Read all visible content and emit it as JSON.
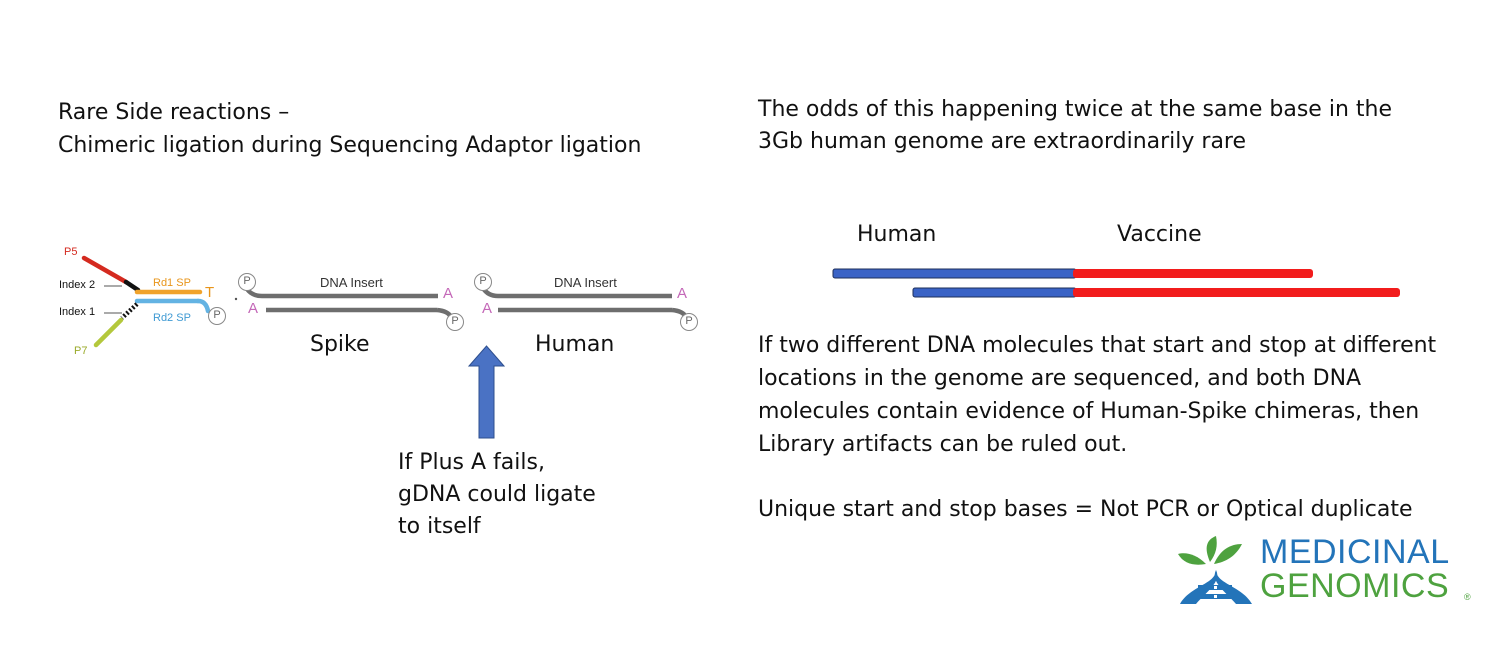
{
  "left_panel": {
    "title_lines": [
      "Rare Side reactions –",
      "Chimeric ligation during Sequencing Adaptor ligation"
    ],
    "adaptor": {
      "p5": "P5",
      "index2": "Index 2",
      "index1": "Index 1",
      "p7": "P7",
      "rd1": "Rd1 SP",
      "rd2": "Rd2 SP",
      "t_overhang": "T"
    },
    "phosphate": "P",
    "a_base": "A",
    "fragments": [
      {
        "insert_label": "DNA Insert",
        "name": "Spike"
      },
      {
        "insert_label": "DNA Insert",
        "name": "Human"
      }
    ],
    "callout_lines": [
      "If Plus A fails,",
      "gDNA could ligate",
      "to itself"
    ]
  },
  "right_panel": {
    "intro_lines": [
      "The odds of this happening twice at the same base in the",
      "3Gb human genome are extraordinarily rare"
    ],
    "chimera": {
      "left_label": "Human",
      "right_label": "Vaccine"
    },
    "explanation_lines": [
      "If two different DNA molecules that start and stop at different",
      "locations in the genome are sequenced, and both DNA",
      "molecules contain evidence of Human-Spike chimeras, then",
      "Library artifacts can be ruled out."
    ],
    "conclusion": "Unique start and stop bases = Not PCR or Optical duplicate"
  },
  "logo": {
    "line1": "MEDICINAL",
    "line2": "GENOMICS",
    "mark": "®"
  },
  "colors": {
    "p5_red": "#d42a1f",
    "rd1_orange": "#f0a32c",
    "rd2_blue": "#63b3e3",
    "p7_green": "#b4c83c",
    "strand_gray": "#6e6e6e",
    "base_pink": "#c468b8",
    "arrow_blue": "#4a72c4",
    "human_blue": "#3a63c6",
    "vaccine_red": "#f21c1c",
    "logo_green": "#4ea23f",
    "logo_blue": "#2374b9"
  }
}
